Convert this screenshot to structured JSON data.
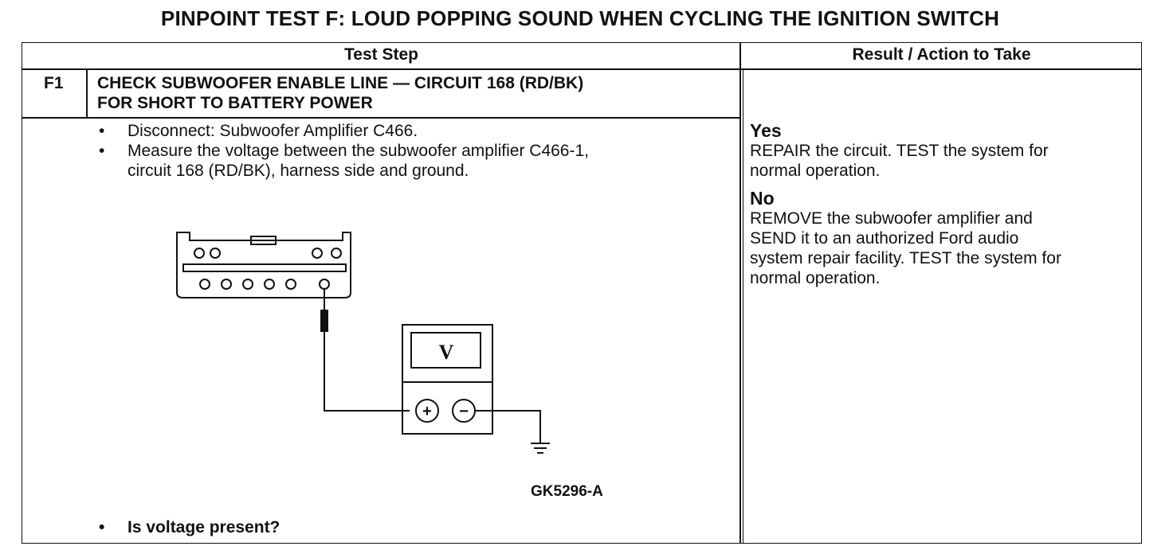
{
  "title": "PINPOINT TEST F: LOUD POPPING SOUND WHEN CYCLING THE IGNITION SWITCH",
  "table": {
    "col_test_step": "Test Step",
    "col_result": "Result / Action to Take"
  },
  "step": {
    "id": "F1",
    "title_line1": "CHECK SUBWOOFER ENABLE LINE — CIRCUIT 168 (RD/BK)",
    "title_line2": "FOR SHORT TO BATTERY POWER",
    "bullets": [
      {
        "lines": [
          "Disconnect: Subwoofer Amplifier C466."
        ]
      },
      {
        "lines": [
          "Measure the voltage between the subwoofer amplifier C466-1,",
          "circuit 168 (RD/BK), harness side and ground."
        ]
      }
    ],
    "question": "Is voltage present?",
    "figure_id": "GK5296-A",
    "meter_symbol": "V"
  },
  "results": {
    "yes_label": "Yes",
    "yes_lines": [
      "REPAIR the circuit. TEST the system for",
      "normal operation."
    ],
    "no_label": "No",
    "no_lines": [
      "REMOVE the subwoofer amplifier and",
      "SEND it to an authorized Ford audio",
      "system repair facility. TEST the system for",
      "normal operation."
    ]
  },
  "icons": {
    "bullet": "•",
    "plus": "+",
    "minus": "−"
  }
}
